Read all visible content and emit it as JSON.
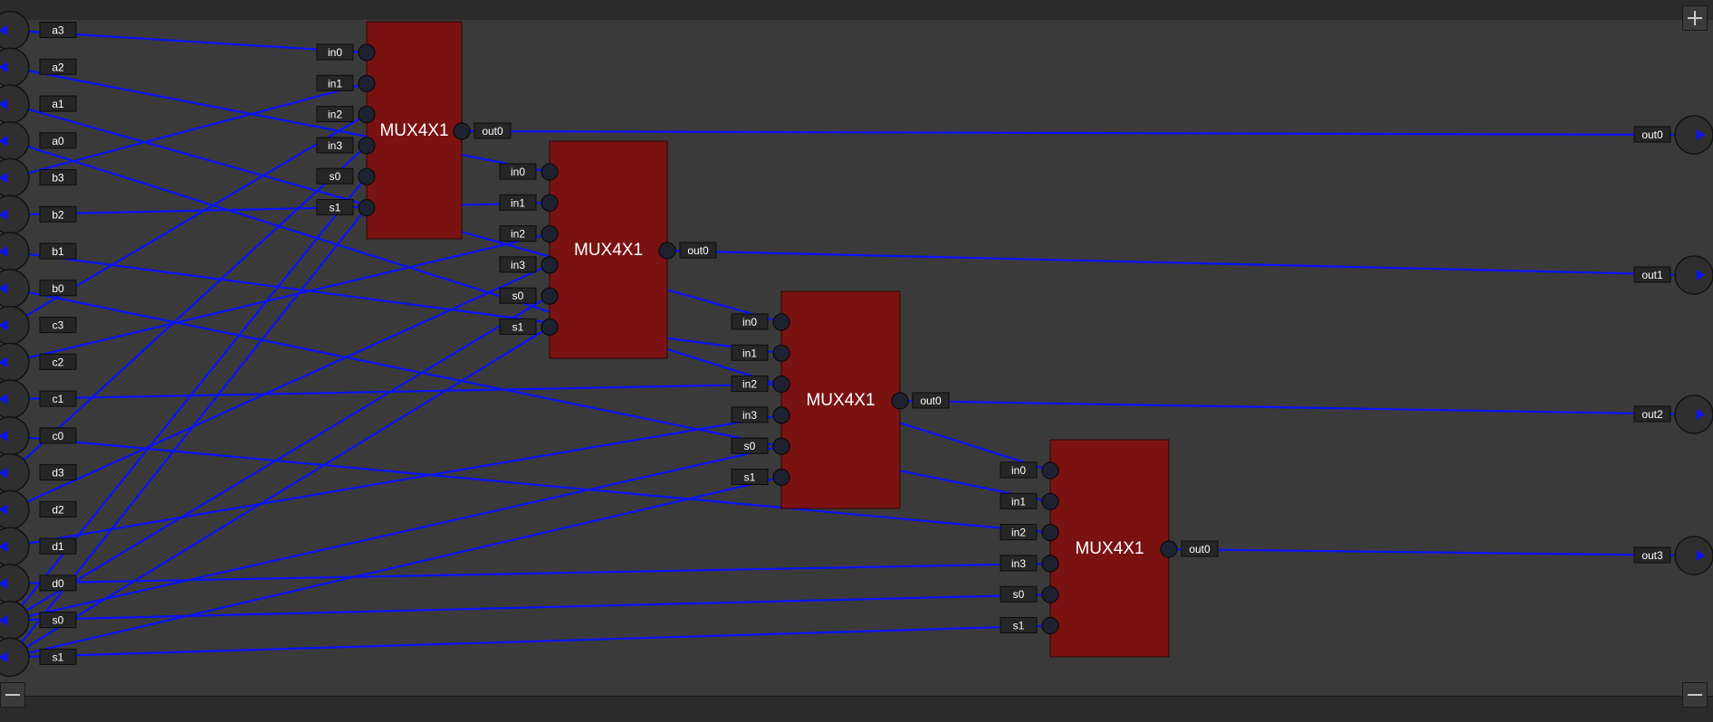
{
  "colors": {
    "canvas": "#3a3a3a",
    "frame": "#2b2b2b",
    "wire": "#0a12ff",
    "block_fill": "#7a1212",
    "pin_fill": "#1e2230",
    "label_fill": "#262626",
    "label_text": "#ffffff"
  },
  "controls": {
    "add_icon": "plus-icon",
    "remove_icon": "minus-icon"
  },
  "inputs": [
    "a3",
    "a2",
    "a1",
    "a0",
    "b3",
    "b2",
    "b1",
    "b0",
    "c3",
    "c2",
    "c1",
    "c0",
    "d3",
    "d2",
    "d1",
    "d0",
    "s0",
    "s1"
  ],
  "outputs": [
    "out0",
    "out1",
    "out2",
    "out3"
  ],
  "blocks": [
    {
      "title": "MUX4X1",
      "inputs": [
        "in0",
        "in1",
        "in2",
        "in3",
        "s0",
        "s1"
      ],
      "outputs": [
        "out0"
      ]
    },
    {
      "title": "MUX4X1",
      "inputs": [
        "in0",
        "in1",
        "in2",
        "in3",
        "s0",
        "s1"
      ],
      "outputs": [
        "out0"
      ]
    },
    {
      "title": "MUX4X1",
      "inputs": [
        "in0",
        "in1",
        "in2",
        "in3",
        "s0",
        "s1"
      ],
      "outputs": [
        "out0"
      ]
    },
    {
      "title": "MUX4X1",
      "inputs": [
        "in0",
        "in1",
        "in2",
        "in3",
        "s0",
        "s1"
      ],
      "outputs": [
        "out0"
      ]
    }
  ],
  "wires": [
    {
      "from": "a3",
      "to": "0.in0"
    },
    {
      "from": "a2",
      "to": "1.in0"
    },
    {
      "from": "a1",
      "to": "2.in0"
    },
    {
      "from": "a0",
      "to": "3.in0"
    },
    {
      "from": "b3",
      "to": "0.in1"
    },
    {
      "from": "b2",
      "to": "1.in1"
    },
    {
      "from": "b1",
      "to": "2.in1"
    },
    {
      "from": "b0",
      "to": "3.in1"
    },
    {
      "from": "c3",
      "to": "0.in2"
    },
    {
      "from": "c2",
      "to": "1.in2"
    },
    {
      "from": "c1",
      "to": "2.in2"
    },
    {
      "from": "c0",
      "to": "3.in2"
    },
    {
      "from": "d3",
      "to": "0.in3"
    },
    {
      "from": "d2",
      "to": "1.in3"
    },
    {
      "from": "d1",
      "to": "2.in3"
    },
    {
      "from": "d0",
      "to": "3.in3"
    },
    {
      "from": "s0",
      "to": "0.s0"
    },
    {
      "from": "s0",
      "to": "1.s0"
    },
    {
      "from": "s0",
      "to": "2.s0"
    },
    {
      "from": "s0",
      "to": "3.s0"
    },
    {
      "from": "s1",
      "to": "0.s1"
    },
    {
      "from": "s1",
      "to": "1.s1"
    },
    {
      "from": "s1",
      "to": "2.s1"
    },
    {
      "from": "s1",
      "to": "3.s1"
    },
    {
      "from": "0.out0",
      "to": "out0"
    },
    {
      "from": "1.out0",
      "to": "out1"
    },
    {
      "from": "2.out0",
      "to": "out2"
    },
    {
      "from": "3.out0",
      "to": "out3"
    }
  ]
}
